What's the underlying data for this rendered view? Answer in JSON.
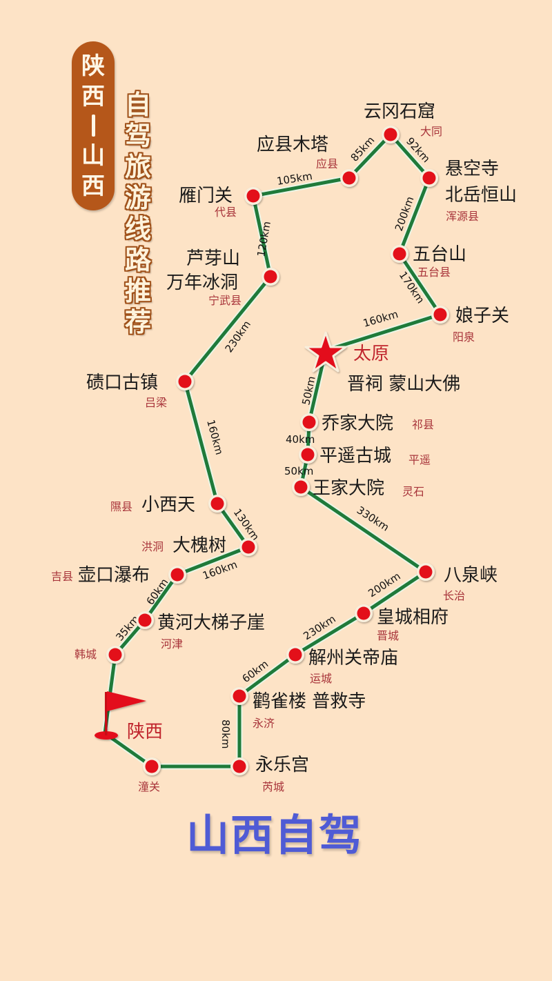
{
  "header": {
    "badge_chars": [
      "陕",
      "西",
      "山",
      "西"
    ],
    "badge_text": "陕西—山西",
    "vertical_title_chars": [
      "自",
      "驾",
      "旅",
      "游",
      "线",
      "路",
      "推",
      "荐"
    ],
    "vertical_title": "自驾旅游线路推荐"
  },
  "footer": {
    "title": "山西自驾"
  },
  "colors": {
    "background": "#fde3c6",
    "route_line": "#1f7a3a",
    "node_fill": "#e3101a",
    "place_label": "#1a1a1a",
    "county_label": "#a8343a",
    "badge_bg": "#b5571a",
    "footer_title": "#4f5bd5"
  },
  "start": {
    "label": "陕西",
    "icon": "flag-icon"
  },
  "capital": {
    "label": "太原",
    "sublabel": "晋祠 蒙山大佛",
    "icon": "star-icon"
  },
  "stops": [
    {
      "name": "韩城",
      "county": ""
    },
    {
      "name": "黄河大梯子崖",
      "county": "河津"
    },
    {
      "name": "壶口瀑布",
      "county": "吉县"
    },
    {
      "name": "大槐树",
      "county": "洪洞"
    },
    {
      "name": "小西天",
      "county": "隰县"
    },
    {
      "name": "碛口古镇",
      "county": "吕梁"
    },
    {
      "name": "芦芽山",
      "name2": "万年冰洞",
      "county": "宁武县"
    },
    {
      "name": "雁门关",
      "county": "代县"
    },
    {
      "name": "应县木塔",
      "county": "应县"
    },
    {
      "name": "云冈石窟",
      "county": "大同"
    },
    {
      "name": "悬空寺",
      "name2": "北岳恒山",
      "county": "浑源县"
    },
    {
      "name": "五台山",
      "county": "五台县"
    },
    {
      "name": "娘子关",
      "county": "阳泉"
    },
    {
      "name": "乔家大院",
      "county": "祁县"
    },
    {
      "name": "平遥古城",
      "county": "平遥"
    },
    {
      "name": "王家大院",
      "county": "灵石"
    },
    {
      "name": "八泉峡",
      "county": "长治"
    },
    {
      "name": "皇城相府",
      "county": "晋城"
    },
    {
      "name": "解州关帝庙",
      "county": "运城"
    },
    {
      "name": "鹳雀楼 普救寺",
      "county": "永济"
    },
    {
      "name": "永乐宫",
      "county": "芮城"
    },
    {
      "name": "",
      "county": "潼关"
    }
  ],
  "distances": [
    {
      "from": "韩城",
      "to": "黄河大梯子崖",
      "label": "35km"
    },
    {
      "from": "黄河大梯子崖",
      "to": "壶口瀑布",
      "label": "60km"
    },
    {
      "from": "壶口瀑布",
      "to": "大槐树",
      "label": "160km"
    },
    {
      "from": "大槐树",
      "to": "小西天",
      "label": "130km"
    },
    {
      "from": "小西天",
      "to": "碛口古镇",
      "label": "160km"
    },
    {
      "from": "碛口古镇",
      "to": "芦芽山",
      "label": "230km"
    },
    {
      "from": "芦芽山",
      "to": "雁门关",
      "label": "120km"
    },
    {
      "from": "雁门关",
      "to": "应县木塔",
      "label": "105km"
    },
    {
      "from": "应县木塔",
      "to": "云冈石窟",
      "label": "85km"
    },
    {
      "from": "云冈石窟",
      "to": "悬空寺",
      "label": "92km"
    },
    {
      "from": "悬空寺",
      "to": "五台山",
      "label": "200km"
    },
    {
      "from": "五台山",
      "to": "娘子关",
      "label": "170km"
    },
    {
      "from": "娘子关",
      "to": "太原",
      "label": "160km"
    },
    {
      "from": "太原",
      "to": "乔家大院",
      "label": "50km"
    },
    {
      "from": "乔家大院",
      "to": "平遥古城",
      "label": "40km"
    },
    {
      "from": "平遥古城",
      "to": "王家大院",
      "label": "50km"
    },
    {
      "from": "王家大院",
      "to": "八泉峡",
      "label": "330km"
    },
    {
      "from": "八泉峡",
      "to": "皇城相府",
      "label": "200km"
    },
    {
      "from": "皇城相府",
      "to": "解州关帝庙",
      "label": "230km"
    },
    {
      "from": "解州关帝庙",
      "to": "鹳雀楼 普救寺",
      "label": "60km"
    },
    {
      "from": "鹳雀楼 普救寺",
      "to": "永乐宫",
      "label": "80km"
    }
  ]
}
